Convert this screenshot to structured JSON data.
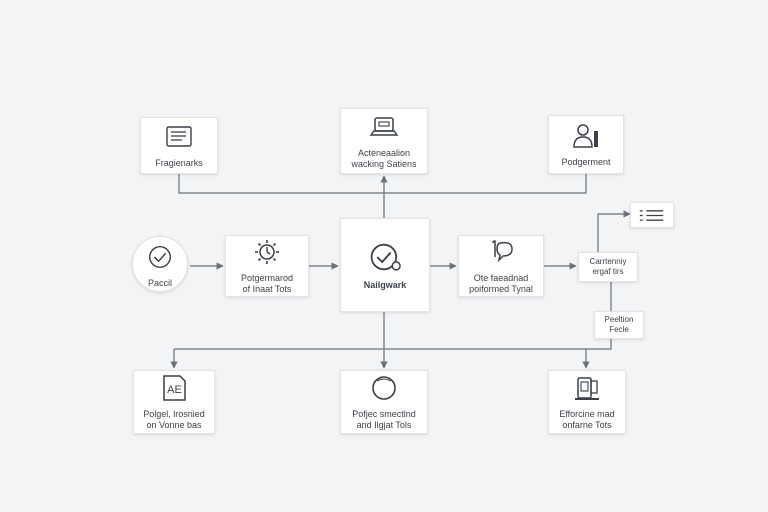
{
  "nodes": {
    "fragments": {
      "label": "Fragienarks"
    },
    "automation": {
      "label": "Acteneaalion\nwacking Satiens"
    },
    "assignment": {
      "label": "Podgerment"
    },
    "process": {
      "label": "Paccil"
    },
    "processed": {
      "label": "Potgermarod\nof Inaat Tots"
    },
    "network": {
      "label": "Nailgwark"
    },
    "feedback": {
      "label": "Ote faeadnad\npoiformed Tynal"
    },
    "connectivity": {
      "label": "Carrtenniy\nergaf tirs"
    },
    "position": {
      "label": "Peeltion\nFecle"
    },
    "project_ae": {
      "label": "Polgel, lrosnied\non Vonne bas",
      "icon_text": "AE"
    },
    "project_spectral": {
      "label": "Pofjec smectlnd\nand Ilgjat Tols"
    },
    "efficiency": {
      "label": "Efforcine mad\nonfarne Tots"
    }
  },
  "colors": {
    "connector": "#6b7079",
    "node_bg": "#ffffff",
    "border": "#e1e3e7",
    "icon": "#3b4049"
  },
  "icons": {
    "fragments": "list-window-icon",
    "automation": "laptop-icon",
    "assignment": "person-icon",
    "process": "check-circle-icon",
    "processed": "gear-icon",
    "network": "check-gear-icon",
    "feedback": "chat-bubble-icon",
    "checklist": "checklist-icon",
    "project_ae": "document-ae-icon",
    "project_spectral": "ring-icon",
    "efficiency": "devices-icon"
  }
}
